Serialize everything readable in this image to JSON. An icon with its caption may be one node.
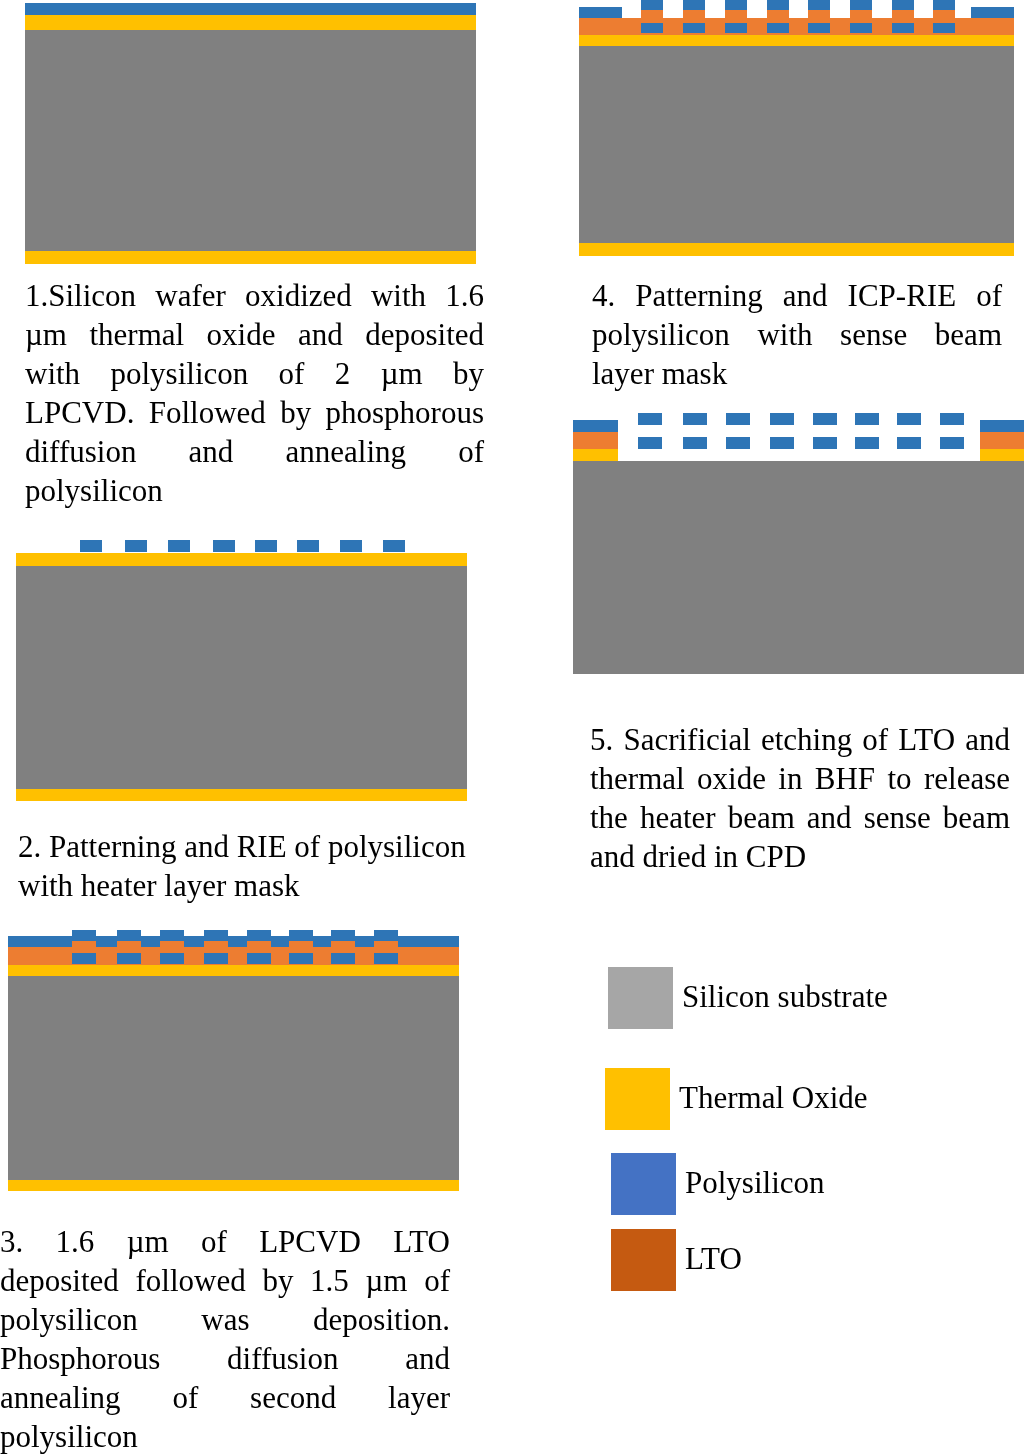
{
  "diagram": {
    "labels": [
      "1.Silicon wafer oxidized with 1.6 µm thermal oxide and deposited with polysilicon of 2 µm by LPCVD. Followed by phosphorous diffusion and annealing of polysilicon",
      "2. Patterning and RIE of polysilicon with heater layer mask",
      "3. 1.6 µm of LPCVD LTO deposited followed by 1.5 µm of polysilicon was deposition. Phosphorous diffusion and annealing of second layer polysilicon",
      "4. Patterning and ICP-RIE of polysilicon with sense beam layer mask",
      "5. Sacrificial etching of LTO and thermal oxide in BHF to release the heater beam and sense beam and dried in CPD"
    ],
    "legend": [
      {
        "text": "Silicon substrate",
        "color": "#a6a6a6"
      },
      {
        "text": "Thermal Oxide",
        "color": "#ffc000"
      },
      {
        "text": "Polysilicon",
        "color": "#4472c4"
      },
      {
        "text": "LTO",
        "color": "#c55a11"
      }
    ]
  }
}
